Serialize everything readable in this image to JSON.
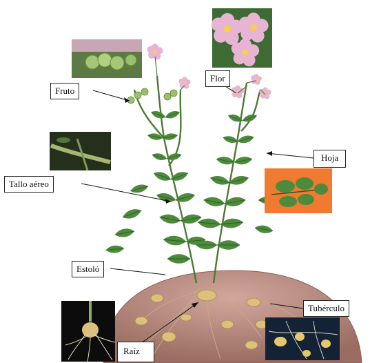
{
  "labels": {
    "fruto": "Fruto",
    "flor": "Flor",
    "hoja": "Hoja",
    "tallo": "Tallo aéreo",
    "estolon": "Estoló",
    "tuberculo": "Tubérculo",
    "raiz": "Raíz"
  },
  "colors": {
    "leaf": "#4e8a3c",
    "leaf_dark": "#2f6425",
    "soil": "#b5857a",
    "soil_dark": "#8c5f55",
    "petal": "#e8b4d4",
    "fruit": "#9cc06a",
    "leaf_photo_bg": "#f07a30"
  }
}
